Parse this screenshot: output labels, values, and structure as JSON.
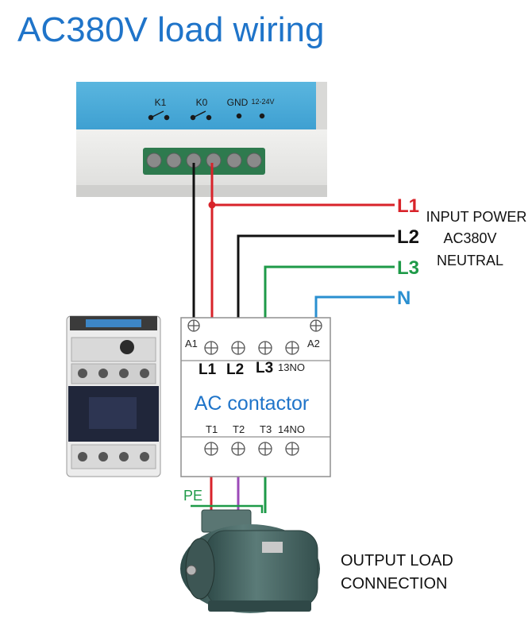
{
  "title": "AC380V load wiring",
  "controller": {
    "terminal_labels": [
      "K1",
      "K0",
      "GND",
      "12-24V"
    ]
  },
  "input_lines": [
    {
      "label": "L1",
      "color": "#d8232a"
    },
    {
      "label": "L2",
      "color": "#111111"
    },
    {
      "label": "L3",
      "color": "#1e9a48"
    },
    {
      "label": "N",
      "color": "#2a8fd0"
    }
  ],
  "input_power_label": [
    "INPUT POWER",
    "AC380V",
    "NEUTRAL"
  ],
  "contactor": {
    "name": "AC contactor",
    "top_labels": {
      "a1": "A1",
      "a2": "A2",
      "l1": "L1",
      "l2": "L2",
      "l3": "L3",
      "no13": "13NO"
    },
    "bottom_labels": {
      "t1": "T1",
      "t2": "T2",
      "t3": "T3",
      "no14": "14NO"
    }
  },
  "pe_label": "PE",
  "output_label": [
    "OUTPUT LOAD",
    "CONNECTION"
  ],
  "colors": {
    "title": "#1f74c9",
    "pe": "#1e9a48",
    "purple_wire": "#9b4ab8",
    "red_wire": "#d8232a"
  }
}
